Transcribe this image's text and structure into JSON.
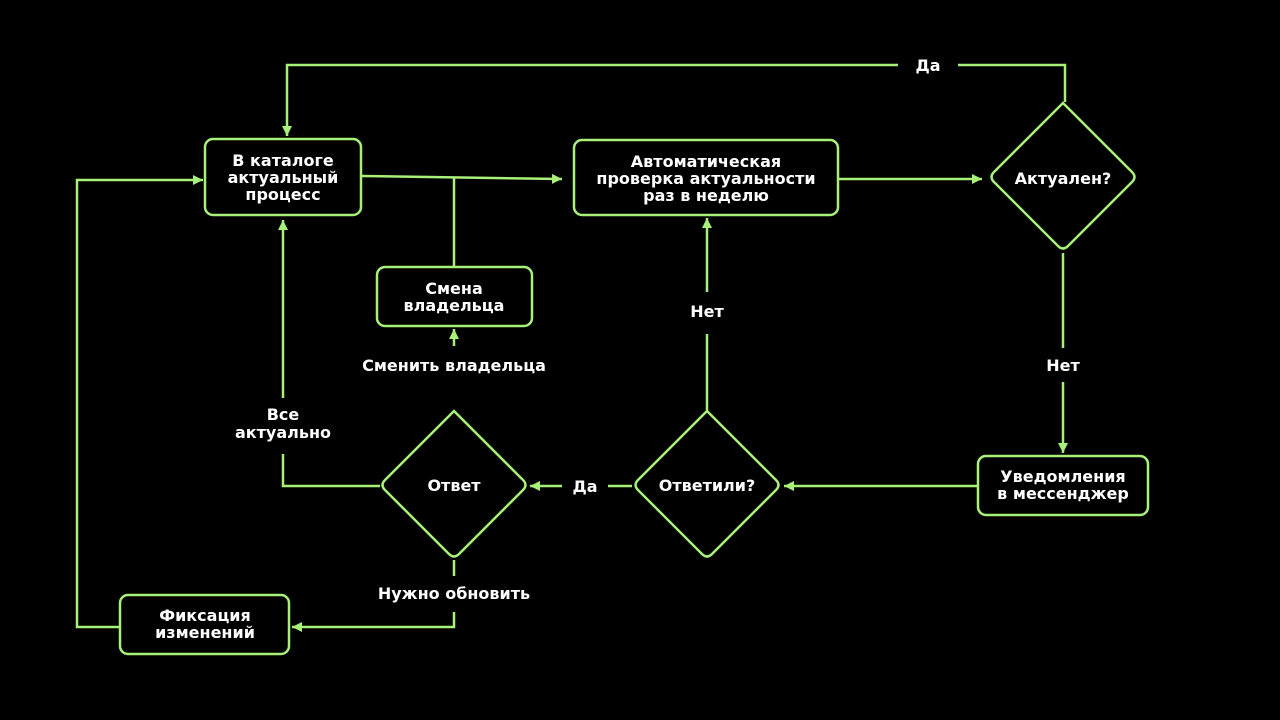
{
  "colors": {
    "background": "#000000",
    "accent": "#A8F07A",
    "text": "#FFFFFF"
  },
  "nodes": {
    "catalog": {
      "lines": [
        "В каталоге",
        "актуальный",
        "процесс"
      ]
    },
    "auto_check": {
      "lines": [
        "Автоматическая",
        "проверка актуальности",
        "раз в неделю"
      ]
    },
    "actual": {
      "lines": [
        "Актуален?"
      ]
    },
    "notify": {
      "lines": [
        "Уведомления",
        "в мессенджер"
      ]
    },
    "answered": {
      "lines": [
        "Ответили?"
      ]
    },
    "answer": {
      "lines": [
        "Ответ"
      ]
    },
    "owner_change": {
      "lines": [
        "Смена",
        "владельца"
      ]
    },
    "fix_changes": {
      "lines": [
        "Фиксация",
        "изменений"
      ]
    }
  },
  "edge_labels": {
    "actual_yes": [
      "Да"
    ],
    "actual_no": [
      "Нет"
    ],
    "answered_yes": [
      "Да"
    ],
    "answered_no": [
      "Нет"
    ],
    "change_owner": [
      "Сменить владельца"
    ],
    "all_actual": [
      "Все",
      "актуально"
    ],
    "need_update": [
      "Нужно обновить"
    ]
  }
}
